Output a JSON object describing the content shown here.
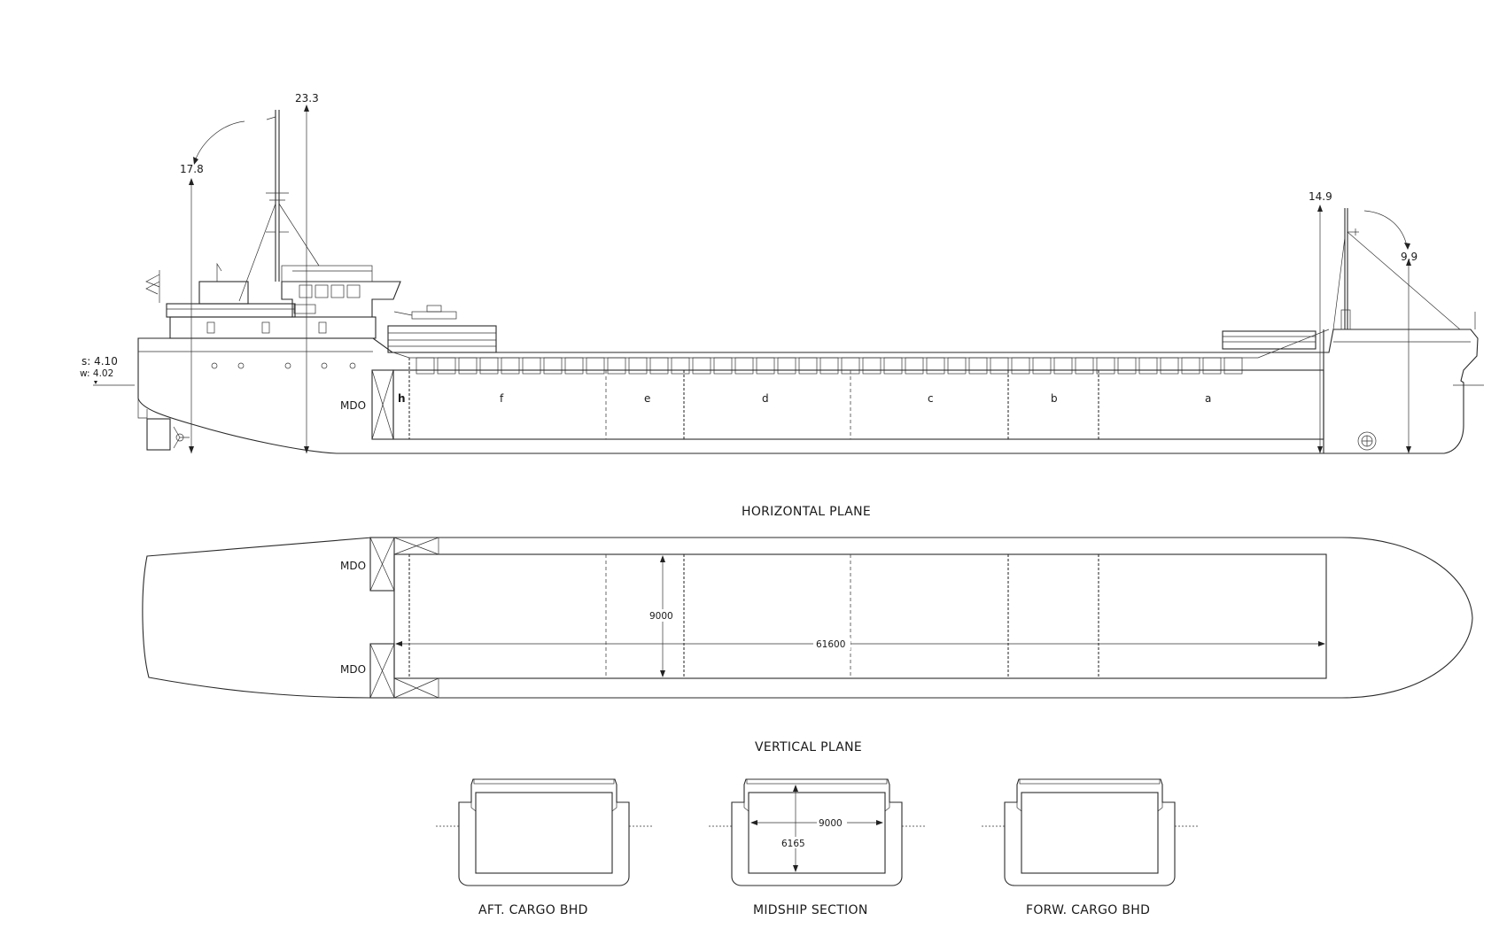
{
  "heights": {
    "mast_aft": "23.3",
    "wheelhouse": "17.8",
    "mast_fwd": "14.9",
    "bow": "9.9"
  },
  "draught": {
    "summer": "s: 4.10",
    "winter": "w: 4.02"
  },
  "tanks": {
    "profile": "MDO",
    "plan_port": "MDO",
    "plan_stbd": "MDO"
  },
  "holds": [
    "h",
    "f",
    "e",
    "d",
    "c",
    "b",
    "a"
  ],
  "plan": {
    "title": "HORIZONTAL PLANE",
    "hold_breadth": "9000",
    "hold_length": "61600"
  },
  "sections": {
    "title": "VERTICAL PLANE",
    "breadth": "9000",
    "depth": "6165",
    "labels": [
      "AFT. CARGO BHD",
      "MIDSHIP SECTION",
      "FORW. CARGO BHD"
    ]
  }
}
